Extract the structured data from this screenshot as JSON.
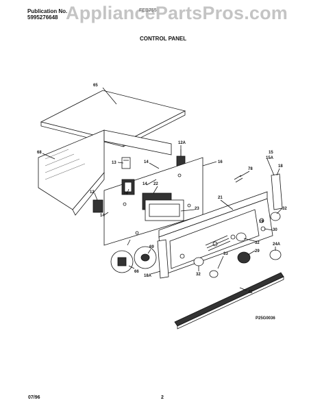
{
  "header": {
    "publication_label": "Publication No.",
    "publication_number": "5995276648",
    "model": "FEB755",
    "section_title": "CONTROL PANEL",
    "watermark": "AppliancePartsPros.com"
  },
  "diagram": {
    "figure_code": "P25G0036",
    "callouts": [
      "65",
      "68",
      "12A",
      "13",
      "14",
      "16",
      "15",
      "15A",
      "18",
      "78",
      "24",
      "22",
      "14",
      "12",
      "21",
      "14",
      "23",
      "32",
      "19",
      "30",
      "32",
      "24A",
      "29",
      "33",
      "66",
      "69",
      "18A",
      "32",
      "42"
    ]
  },
  "footer": {
    "date": "07/96",
    "page": "2"
  }
}
